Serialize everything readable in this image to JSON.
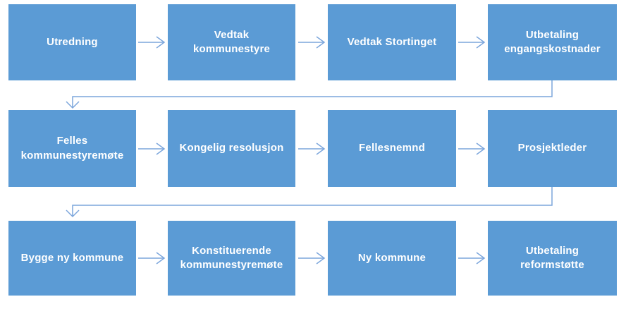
{
  "diagram": {
    "type": "flowchart",
    "colors": {
      "box_fill": "#5b9bd5",
      "box_text": "#ffffff",
      "connector": "#7ca6dc",
      "background": "#ffffff"
    },
    "rows": [
      {
        "boxes": [
          {
            "label": "Utredning"
          },
          {
            "label": "Vedtak\nkommunestyre"
          },
          {
            "label": "Vedtak Stortinget"
          },
          {
            "label": "Utbetaling\nengangskostnader"
          }
        ]
      },
      {
        "boxes": [
          {
            "label": "Felles\nkommunestyremøte"
          },
          {
            "label": "Kongelig resolusjon"
          },
          {
            "label": "Fellesnemnd"
          },
          {
            "label": "Prosjektleder"
          }
        ]
      },
      {
        "boxes": [
          {
            "label": "Bygge ny kommune"
          },
          {
            "label": "Konstituerende\nkommunestyremøte"
          },
          {
            "label": "Ny kommune"
          },
          {
            "label": "Utbetaling\nreformstøtte"
          }
        ]
      }
    ],
    "connections": [
      {
        "from": "Utredning",
        "to": "Vedtak kommunestyre"
      },
      {
        "from": "Vedtak kommunestyre",
        "to": "Vedtak Stortinget"
      },
      {
        "from": "Vedtak Stortinget",
        "to": "Utbetaling engangskostnader"
      },
      {
        "from": "Utbetaling engangskostnader",
        "to": "Felles kommunestyremøte"
      },
      {
        "from": "Felles kommunestyremøte",
        "to": "Kongelig resolusjon"
      },
      {
        "from": "Kongelig resolusjon",
        "to": "Fellesnemnd"
      },
      {
        "from": "Fellesnemnd",
        "to": "Prosjektleder"
      },
      {
        "from": "Prosjektleder",
        "to": "Bygge ny kommune"
      },
      {
        "from": "Bygge ny kommune",
        "to": "Konstituerende kommunestyremøte"
      },
      {
        "from": "Konstituerende kommunestyremøte",
        "to": "Ny kommune"
      },
      {
        "from": "Ny kommune",
        "to": "Utbetaling reformstøtte"
      }
    ]
  }
}
